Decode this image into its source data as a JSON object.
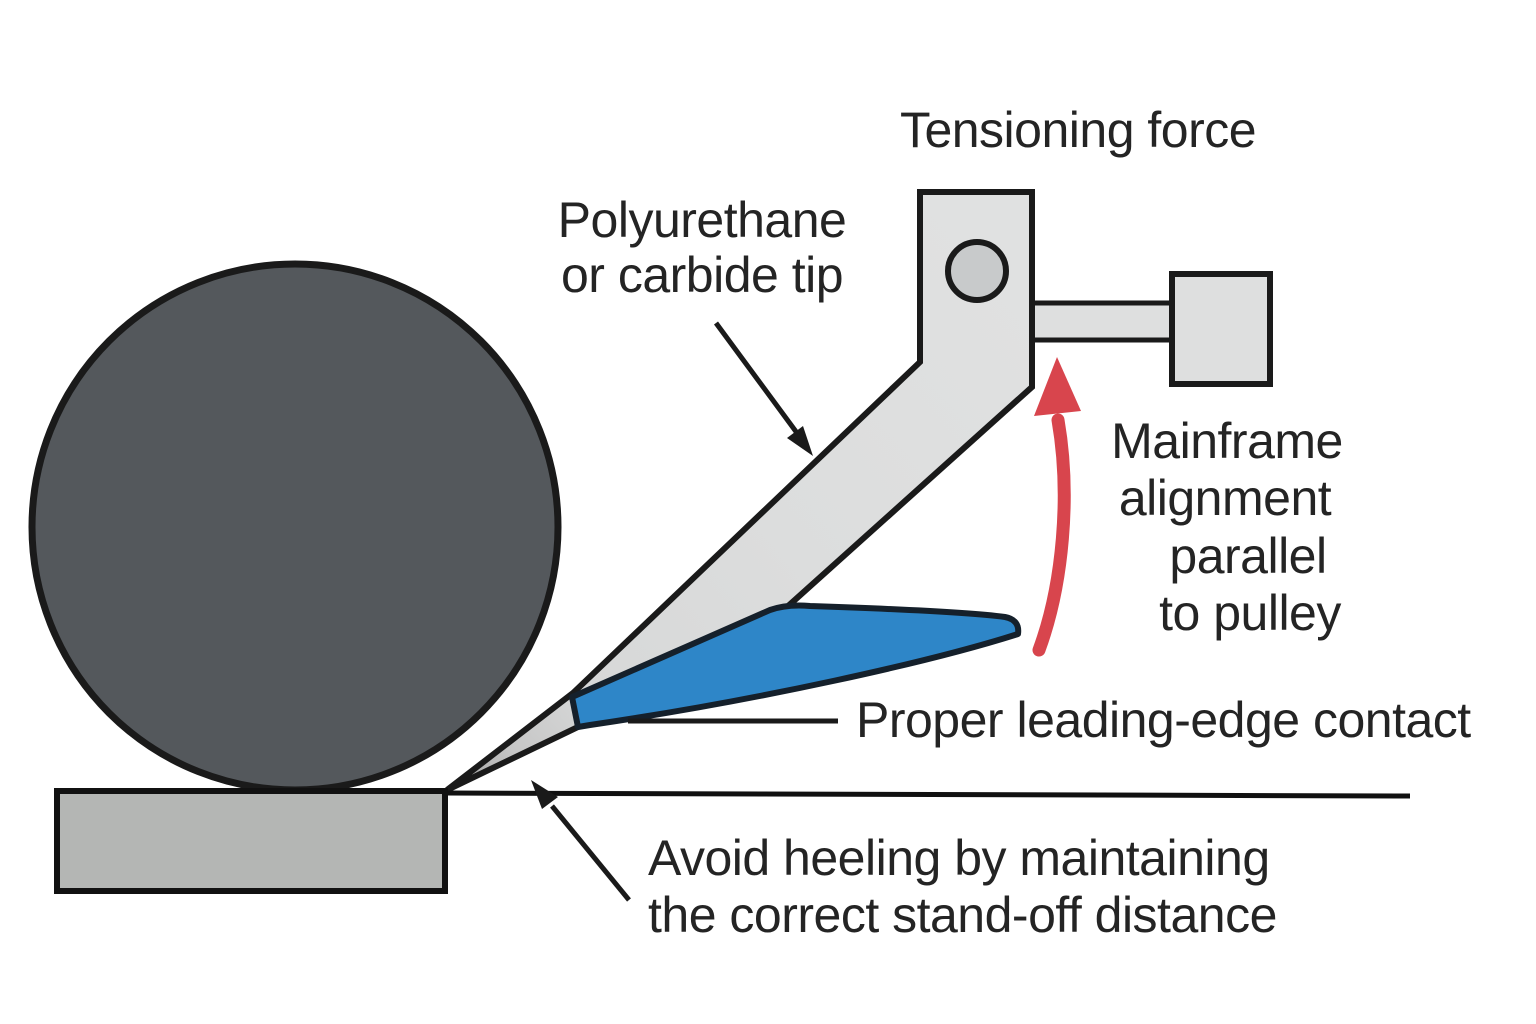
{
  "colors": {
    "background": "#ffffff",
    "pulley_gray": "#54585c",
    "base_gray": "#b4b6b4",
    "frame_gray": "#dcdddd",
    "frame_tip_dark": "#9e9e9e",
    "hole_gray": "#c8cacb",
    "tensioner_gray": "#dedfdf",
    "blade_blue": "#2e86c8",
    "blade_outline": "#15202b",
    "arrow_red": "#d8454d",
    "outline_black": "#1a1a1a",
    "text_color": "#242424"
  },
  "labels": {
    "tensioning_force": "Tensioning force",
    "tip": {
      "line1": "Polyurethane",
      "line2": "or carbide tip"
    },
    "mainframe": {
      "line1": "Mainframe",
      "line2": "alignment",
      "line3": "parallel",
      "line4": "to pulley"
    },
    "leading_edge": "Proper leading-edge contact",
    "heeling": {
      "line1": "Avoid heeling by maintaining",
      "line2": "the correct stand-off distance"
    }
  }
}
